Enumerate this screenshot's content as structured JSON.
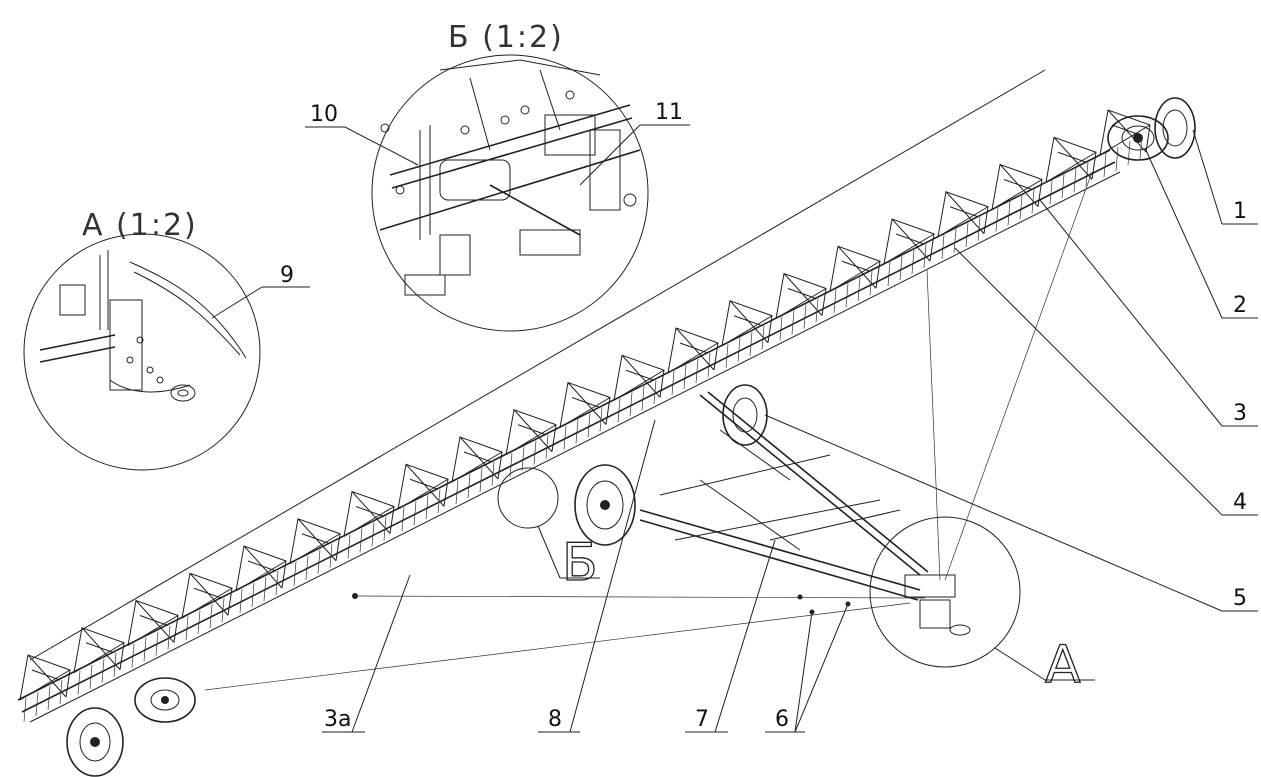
{
  "views": {
    "detail_a": {
      "title": "А (1:2)",
      "letter": "А"
    },
    "detail_b": {
      "title": "Б (1:2)",
      "letter": "Б"
    }
  },
  "callouts": [
    {
      "id": "1",
      "label": "1"
    },
    {
      "id": "2",
      "label": "2"
    },
    {
      "id": "3",
      "label": "3"
    },
    {
      "id": "4",
      "label": "4"
    },
    {
      "id": "5",
      "label": "5"
    },
    {
      "id": "6",
      "label": "6"
    },
    {
      "id": "7",
      "label": "7"
    },
    {
      "id": "8",
      "label": "8"
    },
    {
      "id": "3a",
      "label": "3а"
    },
    {
      "id": "9",
      "label": "9"
    },
    {
      "id": "10",
      "label": "10"
    },
    {
      "id": "11",
      "label": "11"
    }
  ]
}
